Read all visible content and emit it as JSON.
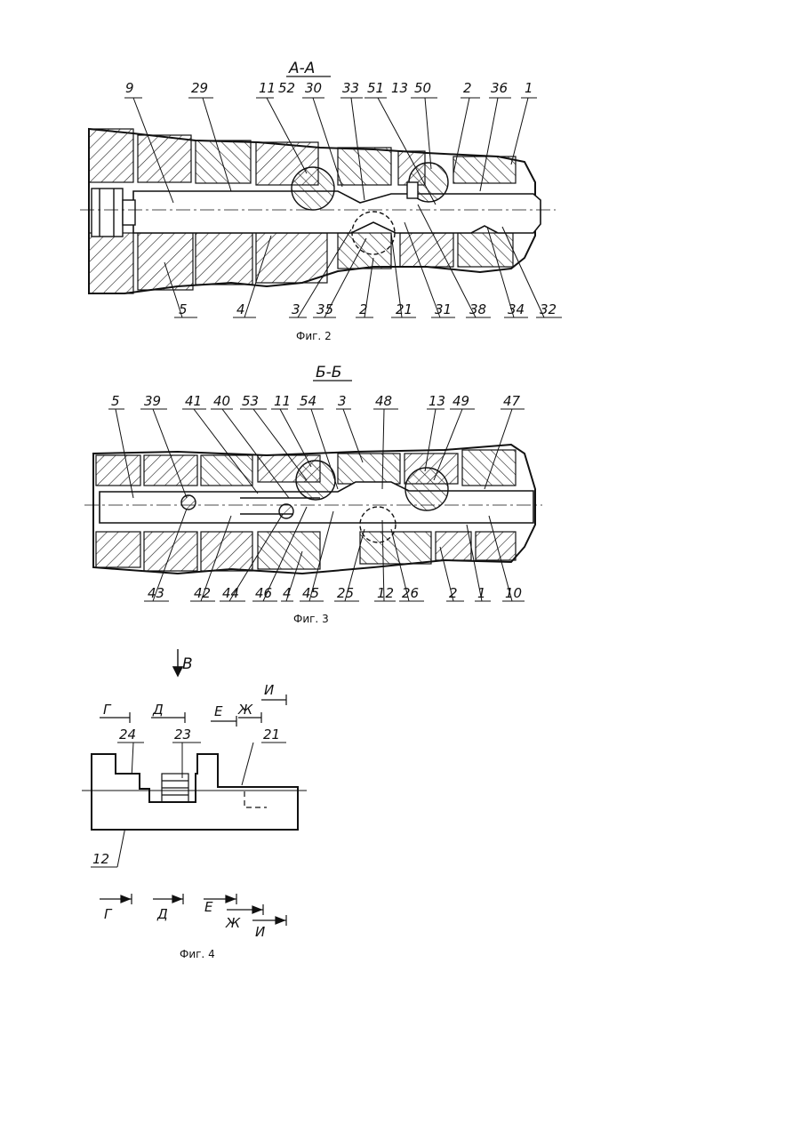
{
  "figures": [
    {
      "id": "fig2",
      "section_title": "А-А",
      "caption": "Фиг. 2",
      "labels_top": [
        "9",
        "29",
        "11",
        "52",
        "30",
        "33",
        "51",
        "13",
        "50",
        "2",
        "36",
        "1"
      ],
      "labels_bottom": [
        "5",
        "4",
        "3",
        "35",
        "2",
        "21",
        "31",
        "38",
        "34",
        "32"
      ]
    },
    {
      "id": "fig3",
      "section_title": "Б-Б",
      "caption": "Фиг. 3",
      "labels_top": [
        "5",
        "39",
        "41",
        "40",
        "53",
        "11",
        "54",
        "3",
        "48",
        "13",
        "49",
        "47"
      ],
      "labels_bottom": [
        "43",
        "42",
        "44",
        "46",
        "4",
        "45",
        "25",
        "12",
        "26",
        "2",
        "1",
        "10"
      ]
    },
    {
      "id": "fig4",
      "view_label": "В",
      "caption": "Фиг. 4",
      "parts": [
        "24",
        "23",
        "21",
        "12"
      ],
      "positions_top": [
        "Г",
        "Д",
        "Е",
        "Ж",
        "И"
      ],
      "positions_bottom": [
        "Г",
        "Д",
        "Е",
        "Ж",
        "И"
      ]
    }
  ],
  "colors": {
    "ink": "#111111",
    "paper": "#ffffff"
  }
}
